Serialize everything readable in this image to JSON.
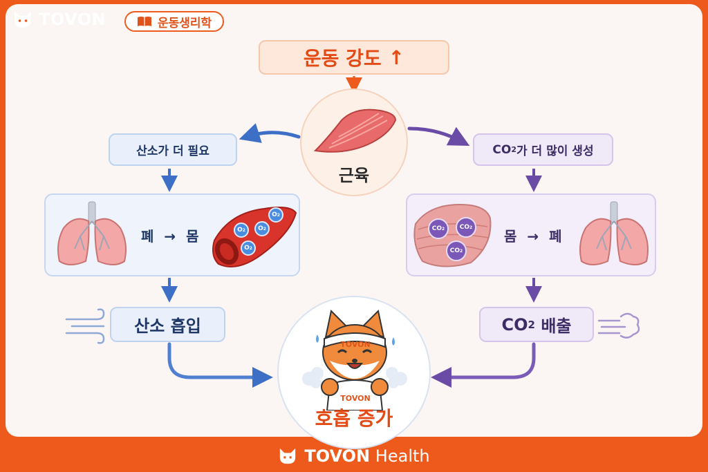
{
  "brand": {
    "name": "TOVON"
  },
  "category_chip": {
    "label": "운동생리학",
    "icon": "book-icon"
  },
  "title": {
    "text": "운동 강도",
    "arrow": "↑"
  },
  "muscle": {
    "label": "근육"
  },
  "left_branch": {
    "need_label": "산소가 더 필요",
    "flow_from": "폐",
    "flow_arrow": "→",
    "flow_to": "몸",
    "molecule": "O",
    "molecule_sub": "2",
    "result_label": "산소 흡입"
  },
  "right_branch": {
    "produce_prefix": "CO",
    "produce_sub": "2",
    "produce_suffix": "가 더 많이 생성",
    "flow_from": "몸",
    "flow_arrow": "→",
    "flow_to": "폐",
    "molecule": "CO",
    "molecule_sub": "2",
    "result_prefix": "CO",
    "result_sub": "2",
    "result_suffix": " 배출"
  },
  "mascot": {
    "headband_text": "TOVON",
    "shirt_text": "TOVON"
  },
  "result": {
    "label": "호흡 증가"
  },
  "footer": {
    "brand": "TOVON",
    "suffix": "Health"
  },
  "colors": {
    "accent": "#EE5A1C",
    "blue": "#3E6FC7",
    "purple": "#6A4BA6",
    "background": "#FBF6F3"
  }
}
